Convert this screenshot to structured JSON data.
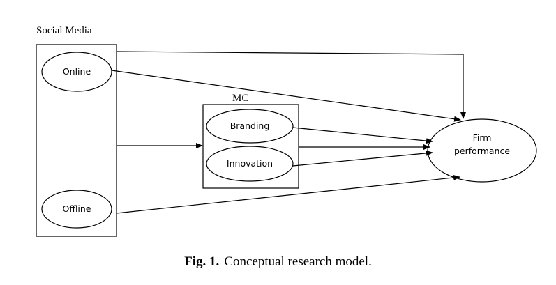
{
  "diagram": {
    "group_title": "Social Media",
    "mediator_title": "MC",
    "nodes": {
      "online": "Online",
      "offline": "Offline",
      "branding": "Branding",
      "innovation": "Innovation",
      "firm_performance_line1": "Firm",
      "firm_performance_line2": "performance"
    },
    "edges": [
      {
        "from": "Social Media",
        "to": "Firm performance"
      },
      {
        "from": "Online",
        "to": "Firm performance"
      },
      {
        "from": "Social Media",
        "to": "MC"
      },
      {
        "from": "Branding",
        "to": "Firm performance"
      },
      {
        "from": "MC",
        "to": "Firm performance"
      },
      {
        "from": "Innovation",
        "to": "Firm performance"
      },
      {
        "from": "Offline",
        "to": "Firm performance"
      }
    ]
  },
  "caption": {
    "label": "Fig. 1.",
    "text": "Conceptual research model."
  },
  "colors": {
    "stroke": "#000000",
    "background": "#ffffff"
  }
}
